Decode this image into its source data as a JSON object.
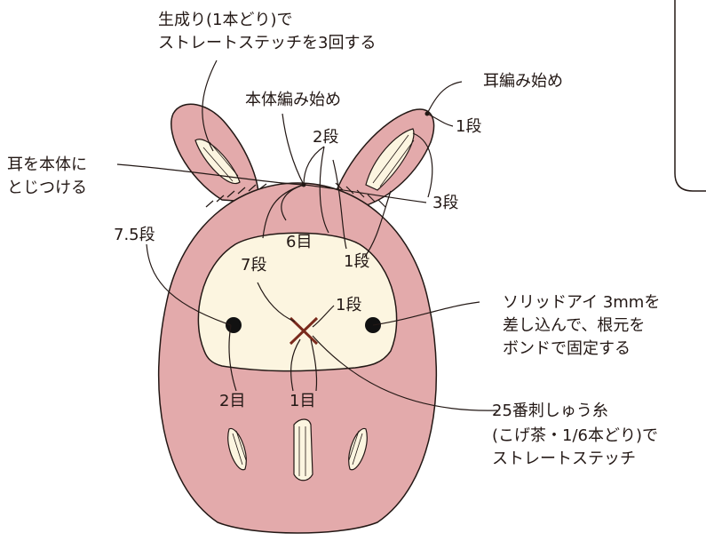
{
  "labels": {
    "ear_stitch_line1": "生成り(1本どり)で",
    "ear_stitch_line2": "ストレートステッチを3回する",
    "body_start": "本体編み始め",
    "ear_start": "耳編み始め",
    "row_ear_1": "1段",
    "row_ear_2": "2段",
    "row_ear_3": "3段",
    "attach_line1": "耳を本体に",
    "attach_line2": "とじつける",
    "row_7_5": "7.5段",
    "stitch_6": "6目",
    "row_1_right": "1段",
    "row_7": "7段",
    "row_1_center": "1段",
    "stitch_2": "2目",
    "stitch_1": "1目",
    "eyes_line1": "ソリッドアイ 3mmを",
    "eyes_line2": "差し込んで、根元を",
    "eyes_line3": "ボンドで固定する",
    "nose_line1": "25番刺しゅう糸",
    "nose_line2": "(こげ茶・1/6本どり)で",
    "nose_line3": "ストレートステッチ"
  },
  "colors": {
    "body_pink": "#e3aaab",
    "face_cream": "#fcf5e0",
    "outline": "#231815",
    "nose_brown": "#7a2a1c",
    "eye_black": "#111111"
  }
}
